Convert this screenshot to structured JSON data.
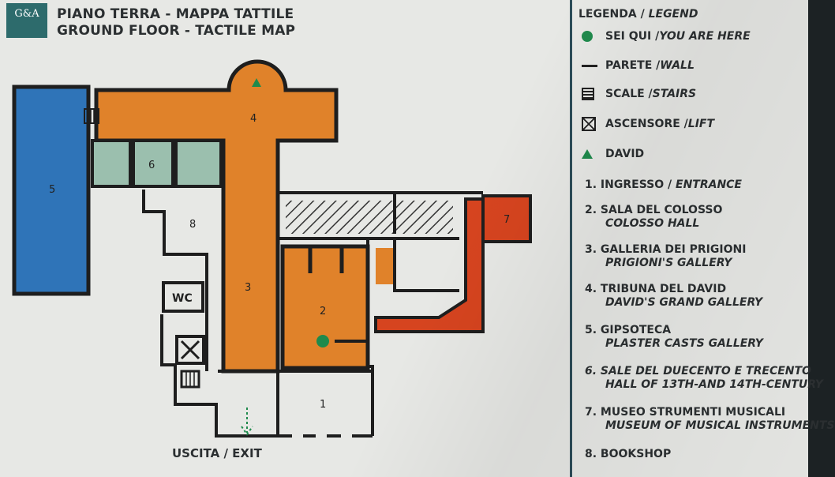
{
  "header": {
    "logo_text": "G&A",
    "title_it": "PIANO TERRA - MAPPA TATTILE",
    "title_en": "GROUND FLOOR - TACTILE MAP"
  },
  "map": {
    "rooms": {
      "r1": "1",
      "r2": "2",
      "r3": "3",
      "r4": "4",
      "r5": "5",
      "r6": "6",
      "r7": "7",
      "r8": "8"
    },
    "wc_label": "WC",
    "exit_label": "USCITA / EXIT"
  },
  "legend": {
    "title_it": "LEGENDA / ",
    "title_en": "LEGEND",
    "symbols": [
      {
        "it": "SEI QUI / ",
        "en": "YOU ARE HERE",
        "icon": "green-dot-icon"
      },
      {
        "it": "PARETE / ",
        "en": "WALL",
        "icon": "wall-icon"
      },
      {
        "it": "SCALE / ",
        "en": "STAIRS",
        "icon": "stairs-icon"
      },
      {
        "it": "ASCENSORE / ",
        "en": "LIFT",
        "icon": "lift-icon"
      },
      {
        "it": "DAVID",
        "en": "",
        "icon": "green-triangle-icon"
      }
    ],
    "rooms": [
      {
        "it": "1. INGRESSO / ",
        "en_inline": "ENTRANCE"
      },
      {
        "it": "2. SALA DEL COLOSSO",
        "en": "COLOSSO HALL"
      },
      {
        "it": "3. GALLERIA DEI PRIGIONI",
        "en": "PRIGIONI'S GALLERY"
      },
      {
        "it": "4. TRIBUNA DEL DAVID",
        "en": "DAVID'S GRAND GALLERY"
      },
      {
        "it": "5. GIPSOTECA",
        "en": "PLASTER CASTS GALLERY"
      },
      {
        "it": "6. SALE DEL DUECENTO E TRECENTO",
        "en": "HALL OF 13TH-AND 14TH-CENTURY"
      },
      {
        "it": "7. MUSEO STRUMENTI MUSICALI",
        "en": "MUSEUM OF MUSICAL INSTRUMENTS"
      },
      {
        "it": "8. BOOKSHOP",
        "en": ""
      }
    ]
  },
  "colors": {
    "orange": "#e0822a",
    "blue": "#2f74b8",
    "green_gray": "#9bbfae",
    "red": "#d6441f",
    "wall": "#1e1e1e",
    "marker_green": "#1f8a4c",
    "logo_teal": "#2d6b6c"
  }
}
